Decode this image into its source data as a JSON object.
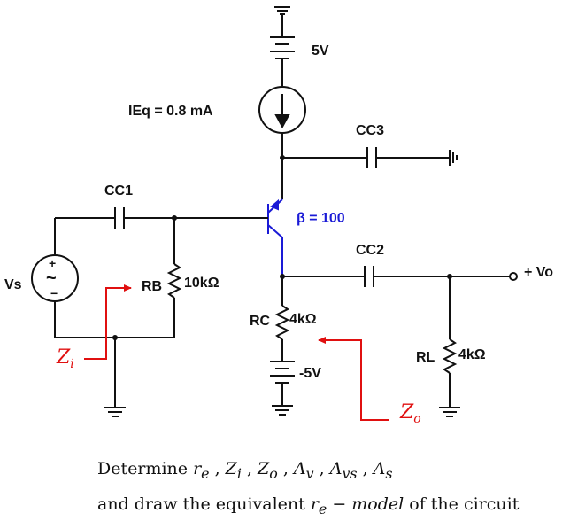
{
  "labels": {
    "supply_top": "5V",
    "ieq": "IEq = 0.8 mA",
    "cc3": "CC3",
    "cc1": "CC1",
    "beta": "β = 100",
    "cc2": "CC2",
    "vo": "+ Vo",
    "vs": "Vs",
    "rb": "RB",
    "rb_val": "10kΩ",
    "rc": "RC",
    "rc_val": "4kΩ",
    "neg_supply": "-5V",
    "rl": "RL",
    "rl_val": "4kΩ",
    "zi_main": "Z",
    "zi_sub": "i",
    "zo_main": "Z",
    "zo_sub": "o",
    "plus_sign": "+",
    "minus_sign": "−",
    "tilde": "~"
  },
  "question": {
    "line1_prefix": "Determine ",
    "re": "r",
    "re_sub": "e",
    "zi": "Z",
    "zi_sub": "i",
    "zo": "Z",
    "zo_sub": "o",
    "av": "A",
    "av_sub": "v",
    "avs": "A",
    "avs_sub": "vs",
    "as": "A",
    "as_sub": "s",
    "sep": " , ",
    "line2_prefix": "and draw the equivalent ",
    "model_re": "r",
    "model_re_sub": "e",
    "model_rest": " − model",
    "line2_suffix": " of the circuit"
  },
  "colors": {
    "wire": "#111111",
    "transistor": "#1a1ad6",
    "annotation": "#e01010"
  }
}
